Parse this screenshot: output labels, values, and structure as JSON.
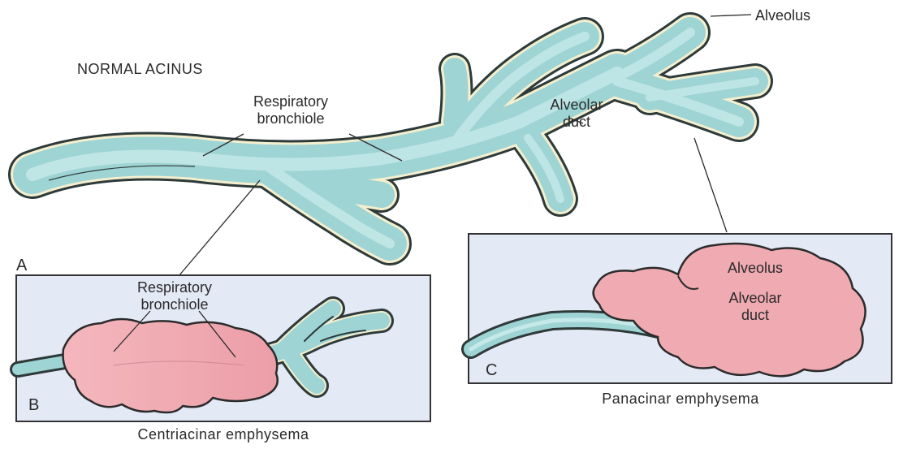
{
  "panel_a": {
    "title": "NORMAL ACINUS",
    "letter": "A",
    "labels": {
      "resp_bronchiole_line1": "Respiratory",
      "resp_bronchiole_line2": "bronchiole",
      "alveolar_duct_line1": "Alveolar",
      "alveolar_duct_line2": "duct",
      "alveolus": "Alveolus"
    }
  },
  "panel_b": {
    "letter": "B",
    "caption": "Centriacinar emphysema",
    "labels": {
      "resp_bronchiole_line1": "Respiratory",
      "resp_bronchiole_line2": "bronchiole"
    }
  },
  "panel_c": {
    "letter": "C",
    "caption": "Panacinar emphysema",
    "labels": {
      "alveolus": "Alveolus",
      "alveolar_duct_line1": "Alveolar",
      "alveolar_duct_line2": "duct"
    }
  },
  "colors": {
    "airway_fill": "#9fd4d4",
    "airway_core": "#c4e9e8",
    "wall_outer": "#2e3a3a",
    "wall_rim": "#f4efcf",
    "emphysema_fill": "#f0aab2",
    "emphysema_outline": "#2b2b2b",
    "inset_bg": "#e4e9f6",
    "inset_border": "#333333"
  }
}
